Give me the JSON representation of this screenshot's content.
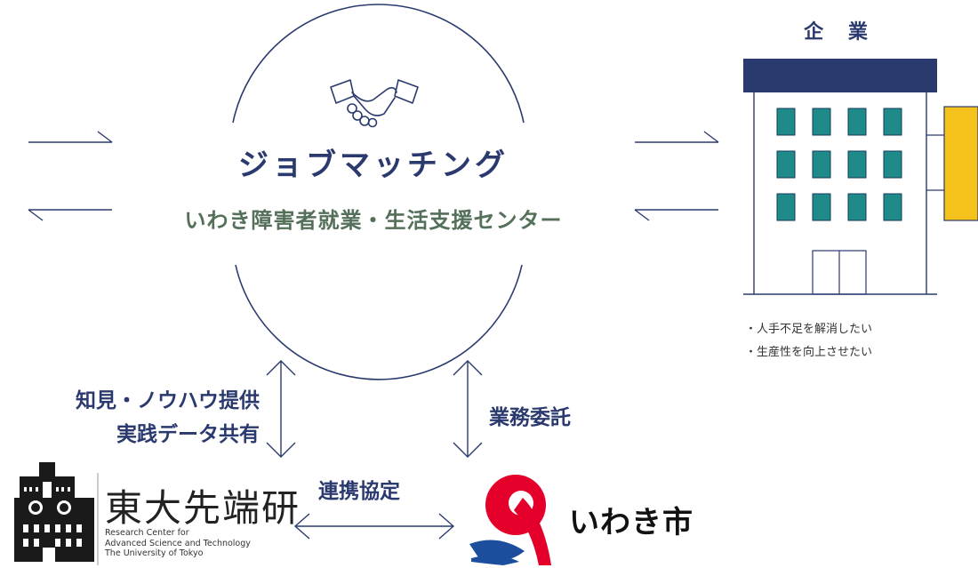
{
  "center": {
    "title": "ジョブマッチング",
    "subtitle": "いわき障害者就業・生活支援センター",
    "icon": "handshake-icon"
  },
  "company": {
    "label": "企 業",
    "icon": "office-building-icon",
    "needs": [
      "・人手不足を解消したい",
      "・生産性を向上させたい"
    ]
  },
  "links": {
    "knowledge": [
      "知見・ノウハウ提供",
      "実践データ共有"
    ],
    "outsourcing": "業務委託",
    "agreement": "連携協定"
  },
  "rcast": {
    "name_jp": "東大先端研",
    "name_en": [
      "Research Center for",
      "Advanced Science and Technology",
      "The University of Tokyo"
    ],
    "icon": "clock-tower-logo-icon"
  },
  "iwaki": {
    "name": "いわき市",
    "icon": "iwaki-city-emblem-icon"
  },
  "colors": {
    "navy": "#2b3a6e",
    "teal": "#1f8a8a",
    "yellow": "#f5c21b",
    "olive_text": "#55705a",
    "iwaki_red": "#e4002b",
    "iwaki_blue": "#1d4e9e"
  }
}
